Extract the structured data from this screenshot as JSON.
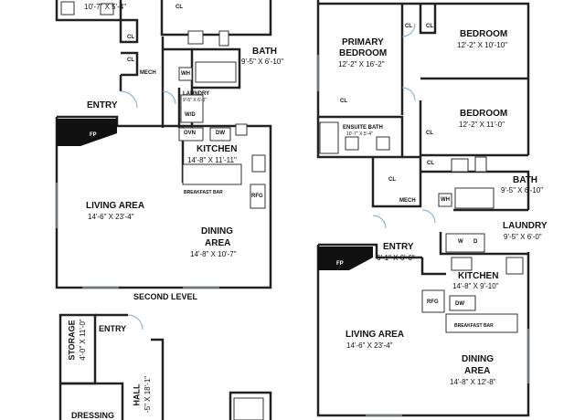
{
  "left_plan": {
    "level_title": "SECOND LEVEL",
    "top_room_dim": "10'-7\" X 5'-4\"",
    "cl_labels": [
      "CL",
      "CL",
      "CL"
    ],
    "mech": "MECH",
    "wh": "WH",
    "bath": {
      "name": "BATH",
      "dim": "9'-5\" X 6'-10\""
    },
    "laundry": {
      "name": "LAUNDRY",
      "dim": "9'-5\" X 6'-0\""
    },
    "wd": "W/D",
    "entry": "ENTRY",
    "fp": "FP",
    "ovn": "OVN",
    "dw": "DW",
    "kitchen": {
      "name": "KITCHEN",
      "dim": "14'-8\" X 11'-11\""
    },
    "breakfast_bar": "BREAKFAST BAR",
    "rfg": "RFG",
    "living": {
      "name": "LIVING AREA",
      "dim": "14'-6\" X 23'-4\""
    },
    "dining": {
      "name": "DINING",
      "name2": "AREA",
      "dim": "14'-8\" X 10'-7\""
    }
  },
  "left_lower": {
    "entry": "ENTRY",
    "storage": {
      "name": "STORAGE",
      "dim": "4'-0\" X 11'-0\""
    },
    "hall": {
      "name": "HALL",
      "dim": "-5\" X 18'-1\""
    },
    "dressing": "DRESSING"
  },
  "right_plan": {
    "primary": {
      "name": "PRIMARY",
      "name2": "BEDROOM",
      "dim": "12'-2\" X 16'-2\""
    },
    "bedroom1": {
      "name": "BEDROOM",
      "dim": "12'-2\" X 10'-10\""
    },
    "bedroom2": {
      "name": "BEDROOM",
      "dim": "12'-2\" X 11'-0\""
    },
    "cl_labels": [
      "CL",
      "CL",
      "CL",
      "CL",
      "CL",
      "CL"
    ],
    "ensuite": {
      "name": "ENSUITE BATH",
      "dim": "10'-7\" X 5'-4\""
    },
    "bath": {
      "name": "BATH",
      "dim": "9'-5\" X 6'-10\""
    },
    "mech": "MECH",
    "wh": "WH",
    "laundry": {
      "name": "LAUNDRY",
      "dim": "9'-5\" X 6'-0\""
    },
    "w": "W",
    "d": "D",
    "entry": {
      "name": "ENTRY",
      "dim": "6'-1\" X 6'-6\""
    },
    "fp": "FP",
    "kitchen": {
      "name": "KITCHEN",
      "dim": "14'-8\" X 9'-10\""
    },
    "rfg": "RFG",
    "dw": "DW",
    "breakfast_bar": "BREAKFAST BAR",
    "living": {
      "name": "LIVING AREA",
      "dim": "14'-6\" X 23'-4\""
    },
    "dining": {
      "name": "DINING",
      "name2": "AREA",
      "dim": "14'-8\" X 12'-8\""
    }
  }
}
